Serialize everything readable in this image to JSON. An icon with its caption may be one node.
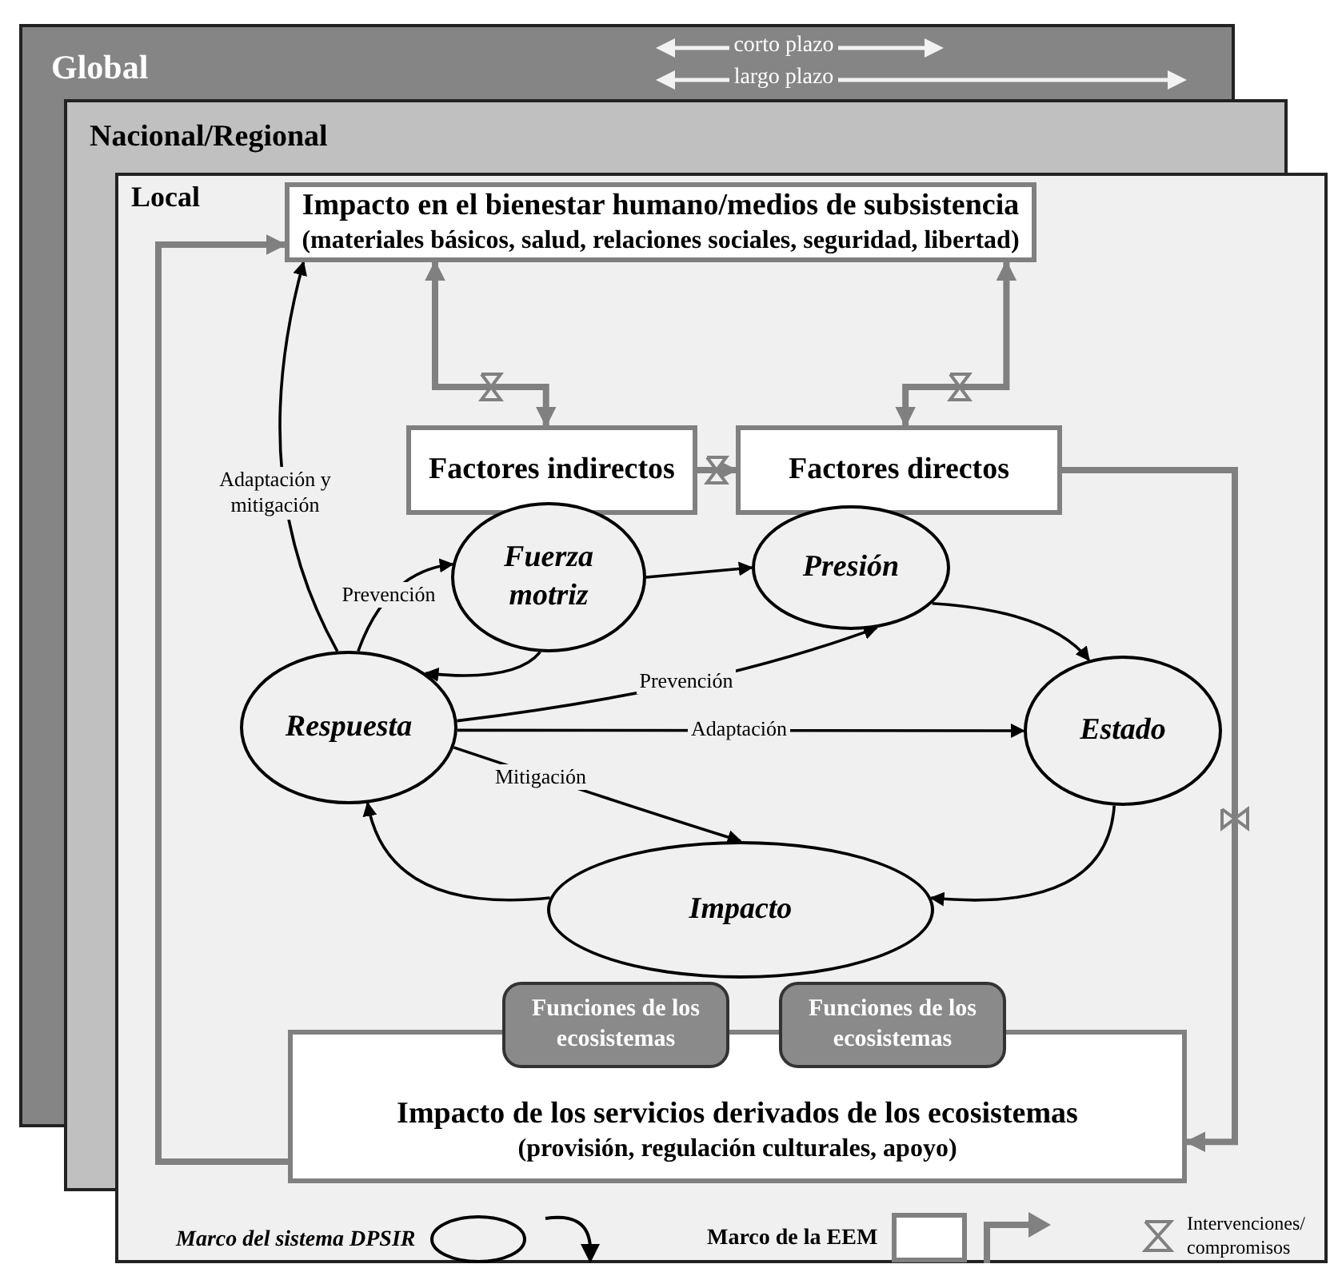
{
  "diagram": {
    "nodes": [
      {
        "text": [
          "Global"
        ]
      },
      {
        "text": [
          "Nacional/Regional"
        ]
      },
      {
        "text": [
          "Local"
        ]
      },
      {
        "text": [
          "Impacto en el bienestar humano/medios de subsistencia",
          "(materiales básicos, salud, relaciones sociales, seguridad, libertad)"
        ],
        "in": 2
      },
      {
        "text": [
          "Factores indirectos"
        ],
        "in": 2
      },
      {
        "text": [
          "Factores directos"
        ],
        "in": 2
      },
      {
        "text": [
          "Fuerza motriz"
        ],
        "in": 2
      },
      {
        "text": [
          "Presión"
        ],
        "in": 2
      },
      {
        "text": [
          "Estado"
        ],
        "in": 2
      },
      {
        "text": [
          "Impacto"
        ],
        "in": 2
      },
      {
        "text": [
          "Respuesta"
        ],
        "in": 2
      },
      {
        "text": [
          "Funciones de los ecosistemas"
        ],
        "in": 2
      },
      {
        "text": [
          "Funciones de los ecosistemas"
        ],
        "in": 2
      },
      {
        "text": [
          "Impacto de los servicios derivados de los ecosistemas",
          "(provisión, regulación culturales, apoyo)"
        ],
        "in": 2
      }
    ],
    "edges": [
      {
        "from": 4,
        "to": 3,
        "arrow": "both",
        "style": "thick",
        "color": "#808080"
      },
      {
        "from": 5,
        "to": 3,
        "arrow": "both",
        "style": "thick",
        "color": "#808080"
      },
      {
        "from": 4,
        "to": 5,
        "arrow": "to",
        "style": "thick",
        "color": "#808080"
      },
      {
        "from": 5,
        "to": 13,
        "arrow": "to",
        "style": "thick",
        "color": "#808080"
      },
      {
        "from": 13,
        "to": 3,
        "arrow": "to",
        "style": "thick",
        "color": "#808080"
      },
      {
        "from": 10,
        "to": 3,
        "arrow": "to",
        "label": "Adaptación y mitigación"
      },
      {
        "from": 10,
        "to": 6,
        "arrow": "to",
        "label": "Prevención"
      },
      {
        "from": 6,
        "to": 7,
        "arrow": "to"
      },
      {
        "from": 7,
        "to": 8,
        "arrow": "to"
      },
      {
        "from": 8,
        "to": 9,
        "arrow": "to"
      },
      {
        "from": 9,
        "to": 10,
        "arrow": "to"
      },
      {
        "from": 6,
        "to": 10,
        "arrow": "to"
      },
      {
        "from": 10,
        "to": 7,
        "arrow": "to",
        "label": "Prevención"
      },
      {
        "from": 10,
        "to": 8,
        "arrow": "to",
        "label": "Adaptación"
      },
      {
        "from": 10,
        "to": 9,
        "arrow": "to",
        "label": "Mitigación"
      }
    ],
    "labels": [
      "corto plazo",
      "largo plazo"
    ],
    "legend": [
      {
        "text": "Marco del sistema DPSIR"
      },
      {
        "text": "Marco de la EEM"
      },
      {
        "text": "Intervenciones/ compromisos"
      }
    ]
  }
}
